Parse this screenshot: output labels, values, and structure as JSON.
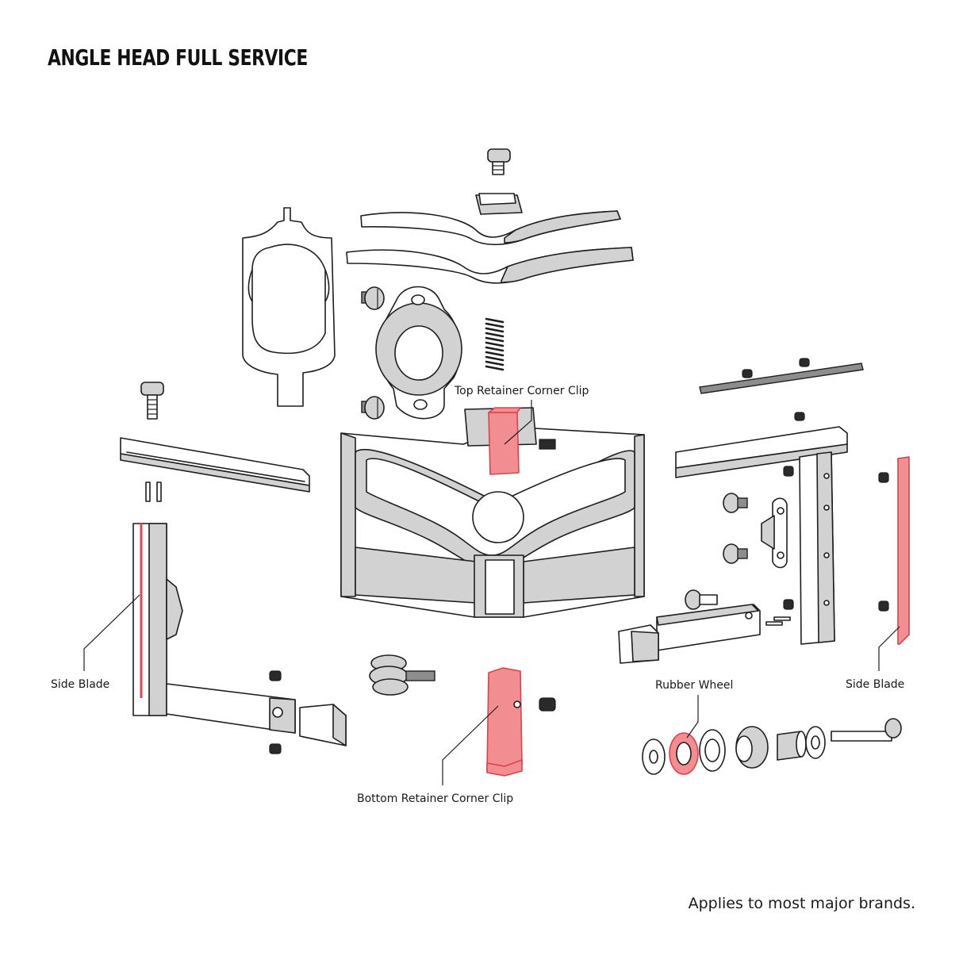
{
  "title": "ANGLE HEAD FULL SERVICE",
  "labels": {
    "top_retainer": "Top Retainer Corner Clip",
    "side_blade_left": "Side Blade",
    "side_blade_right": "Side Blade",
    "rubber_wheel": "Rubber Wheel",
    "bottom_retainer": "Bottom Retainer Corner Clip"
  },
  "footer": "Applies to most major brands.",
  "colors": {
    "highlight": "#f28e92",
    "highlight_stroke": "#d9434b",
    "line": "#1e1e1e",
    "shade": "#d2d2d2"
  }
}
